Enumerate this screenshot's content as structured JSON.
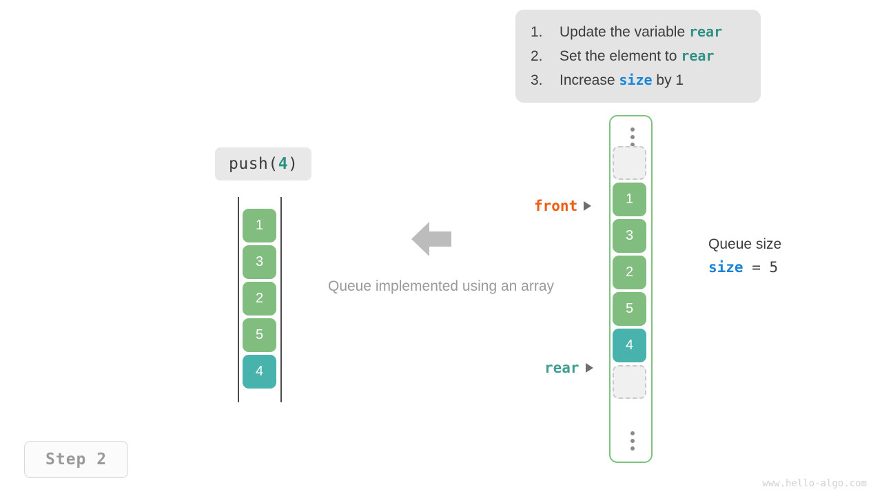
{
  "steps": {
    "items": [
      {
        "num": "1.",
        "pre": "Update the variable ",
        "code": "rear",
        "code_style": "teal",
        "post": ""
      },
      {
        "num": "2.",
        "pre": "Set the element to ",
        "code": "rear",
        "code_style": "teal",
        "post": ""
      },
      {
        "num": "3.",
        "pre": "Increase ",
        "code": "size",
        "code_style": "blue",
        "post": " by 1"
      }
    ]
  },
  "operation": {
    "name": "push(",
    "arg": "4",
    "close": ")"
  },
  "left_array": {
    "cells": [
      {
        "value": "1",
        "style": "green"
      },
      {
        "value": "3",
        "style": "green"
      },
      {
        "value": "2",
        "style": "green"
      },
      {
        "value": "5",
        "style": "green"
      },
      {
        "value": "4",
        "style": "teal"
      }
    ]
  },
  "caption": "Queue implemented using an array",
  "queue": {
    "cells": [
      {
        "value": "",
        "style": "empty"
      },
      {
        "value": "1",
        "style": "green"
      },
      {
        "value": "3",
        "style": "green"
      },
      {
        "value": "2",
        "style": "green"
      },
      {
        "value": "5",
        "style": "green"
      },
      {
        "value": "4",
        "style": "teal"
      },
      {
        "value": "",
        "style": "empty"
      }
    ],
    "front_label": "front",
    "rear_label": "rear"
  },
  "size_info": {
    "title": "Queue size",
    "var": "size",
    "operator": "=",
    "value": "5"
  },
  "step_badge": "Step  2",
  "watermark": "www.hello-algo.com",
  "colors": {
    "green": "#81bd7e",
    "teal": "#48b3ac",
    "front": "#ee5b12",
    "rear": "#3f9e91",
    "size_blue": "#1a85d6",
    "code_teal": "#2e9184",
    "container_border": "#7cc27c"
  }
}
